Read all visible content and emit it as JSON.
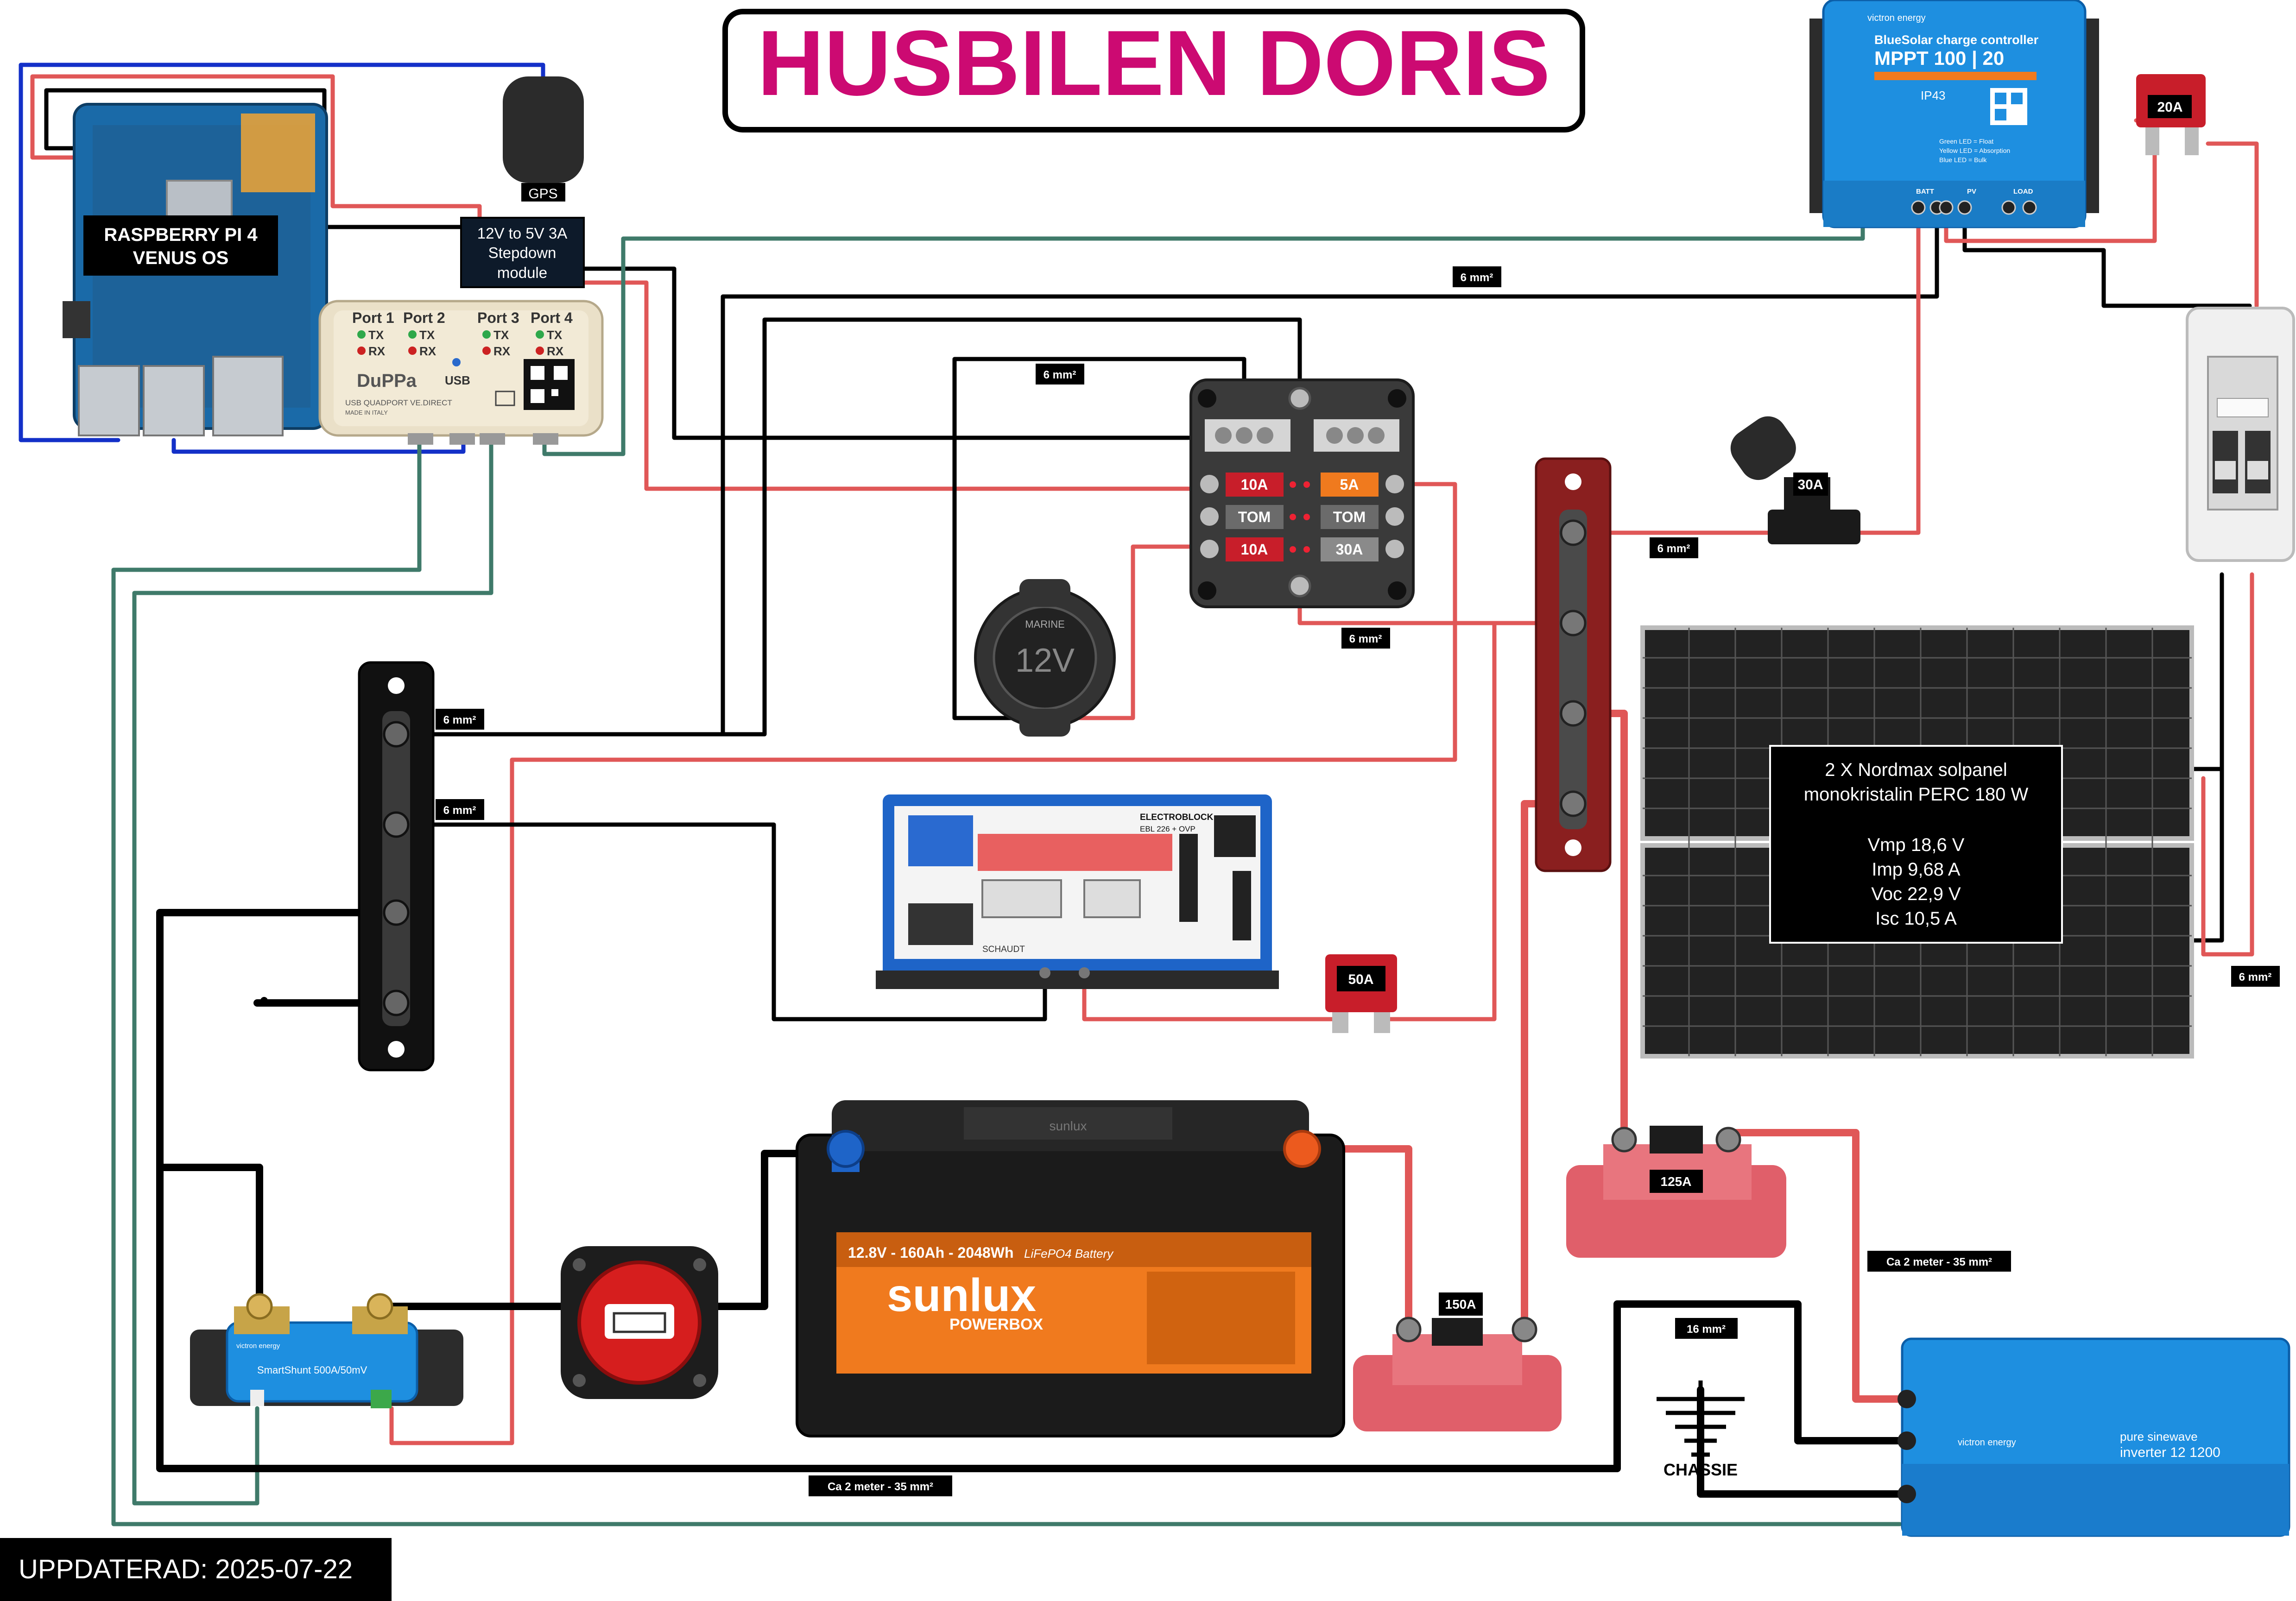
{
  "title": "HUSBILEN DORIS",
  "updated": "UPPDATERAD: 2025-07-22",
  "colors": {
    "title": "#cc0a72",
    "wire_red": "#e05757",
    "wire_black": "#000000",
    "wire_green": "#3f7a6a",
    "wire_blue": "#1330c8",
    "victron_blue": "#1e8fe0",
    "busbar_red": "#8a1f1f",
    "fuse_red": "#c81e2a"
  },
  "components": {
    "rpi": {
      "line1": "RASPBERRY PI 4",
      "line2": "VENUS OS"
    },
    "gps": {
      "label": "GPS"
    },
    "stepdown": {
      "line1": "12V to 5V 3A",
      "line2": "Stepdown",
      "line3": "module"
    },
    "duppa": {
      "ports": [
        "Port 1",
        "Port 2",
        "Port 3",
        "Port 4"
      ],
      "tx": "TX",
      "rx": "RX",
      "usb": "USB",
      "brand": "DuPPa",
      "sub": "USB QUADPORT VE.DIRECT",
      "made": "MADE IN ITALY"
    },
    "mppt": {
      "brand": "victron energy",
      "line1": "BlueSolar charge controller",
      "line2": "MPPT 100 | 20",
      "ip": "IP43",
      "leds": [
        "Green LED = Float",
        "Yellow LED = Absorption",
        "Blue LED = Bulk"
      ],
      "terminals": [
        "BATT",
        "PV",
        "LOAD"
      ]
    },
    "fusebox": {
      "fuses": [
        "10A",
        "5A",
        "TOM",
        "TOM",
        "10A",
        "30A"
      ]
    },
    "socket": {
      "label": "12V",
      "ring": "MARINE"
    },
    "electroblock": {
      "line1": "ELECTROBLOCK",
      "line2": "EBL 226 + OVP",
      "brand": "SCHAUDT"
    },
    "solar": {
      "lines": [
        "2 X Nordmax solpanel",
        "monokristalin PERC 180 W",
        "",
        "Vmp 18,6 V",
        "Imp 9,68 A",
        "Voc 22,9 V",
        "Isc 10,5 A"
      ]
    },
    "battery": {
      "brand": "sunlux",
      "model": "12.8V - 160Ah - 2048Wh",
      "chem": "LiFePO4 Battery",
      "logo": "sunlux",
      "sub": "POWERBOX"
    },
    "smartshunt": {
      "label": "SmartShunt 500A/50mV",
      "brand": "victron energy"
    },
    "inverter": {
      "brand": "victron energy",
      "line1": "pure sinewave",
      "line2": "inverter  12 1200"
    },
    "chassis": {
      "label": "CHASSIE"
    }
  },
  "fuses": {
    "f20": "20A",
    "f30": "30A",
    "f50": "50A",
    "f125": "125A",
    "f150": "150A"
  },
  "wire_labels": {
    "w6a": "6 mm²",
    "w6b": "6 mm²",
    "w6c": "6 mm²",
    "w6d": "6 mm²",
    "w6e": "6 mm²",
    "w6f": "6 mm²",
    "w6g": "6 mm²",
    "w35a": "Ca 2 meter - 35 mm²",
    "w35b": "Ca 2 meter - 35 mm²",
    "w16": "16 mm²"
  }
}
